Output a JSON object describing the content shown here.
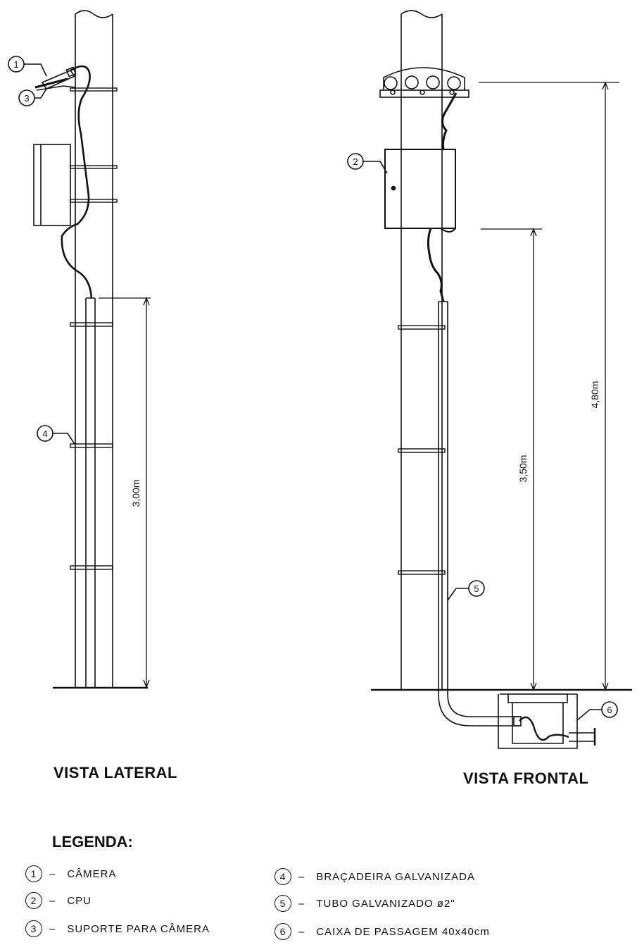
{
  "views": {
    "lateral": {
      "title": "VISTA LATERAL",
      "dimension": "3,00m"
    },
    "frontal": {
      "title": "VISTA FRONTAL",
      "dimension_box": "3,50m",
      "dimension_camera": "4,80m"
    }
  },
  "callouts": {
    "c1": "1",
    "c2": "2",
    "c3": "3",
    "c4": "4",
    "c5": "5",
    "c6": "6"
  },
  "legend": {
    "title": "LEGENDA:",
    "dash": "–",
    "items": [
      {
        "num": "1",
        "label": "CÂMERA"
      },
      {
        "num": "2",
        "label": "CPU"
      },
      {
        "num": "3",
        "label": "SUPORTE PARA CÂMERA"
      },
      {
        "num": "4",
        "label": "BRAÇADEIRA GALVANIZADA"
      },
      {
        "num": "5",
        "label": "TUBO GALVANIZADO ø2\""
      },
      {
        "num": "6",
        "label": "CAIXA DE PASSAGEM 40x40cm"
      }
    ]
  },
  "colors": {
    "ink": "#111111",
    "paper": "#ffffff"
  }
}
